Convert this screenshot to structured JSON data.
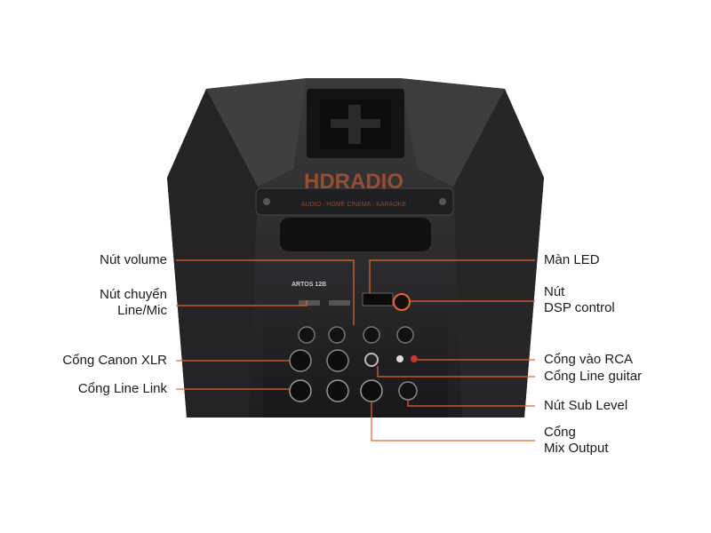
{
  "product": {
    "brand_logo": "HDRADIO",
    "brand_tagline": "AUDIO · HOME CINEMA · KARAOKE",
    "model": "ARTOS 12B",
    "accent_color": "#e8652a",
    "body_color": "#2a2a2c"
  },
  "callouts": {
    "left": [
      {
        "lines": [
          "Nút volume"
        ]
      },
      {
        "lines": [
          "Nút chuyển",
          "Line/Mic"
        ]
      },
      {
        "lines": [
          "Cổng Canon XLR"
        ]
      },
      {
        "lines": [
          "Cổng Line Link"
        ]
      }
    ],
    "right": [
      {
        "lines": [
          "Màn LED"
        ]
      },
      {
        "lines": [
          "Nút",
          "DSP control"
        ]
      },
      {
        "lines": [
          "Cổng vào RCA"
        ]
      },
      {
        "lines": [
          "Cổng Line guitar"
        ]
      },
      {
        "lines": [
          "Nút Sub Level"
        ]
      },
      {
        "lines": [
          "Cổng",
          "Mix Output"
        ]
      }
    ]
  }
}
